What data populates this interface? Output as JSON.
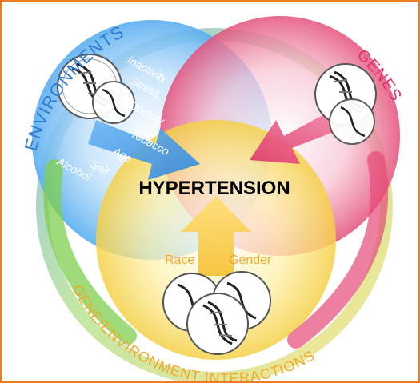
{
  "title": "HYPERTENSION",
  "circles": {
    "environments": {
      "label": "ENVIRONMENTS",
      "color": "#2f7bd0",
      "factors": [
        "Inactivity",
        "Stress",
        "Obesity",
        "Tobacco",
        "Age",
        "Salt",
        "Alcohol"
      ]
    },
    "genes": {
      "label": "GENES",
      "color": "#e0336b"
    },
    "interactions": {
      "label": "GENE/ENVIRONMENT INTERACTIONS",
      "color": "#f2a92a",
      "factors": [
        "Race",
        "Gender"
      ]
    }
  },
  "icons": {
    "dna": "dna-icon"
  },
  "colors": {
    "border": "#f07c22",
    "title": "#000000",
    "factor_text": "#ffffff"
  }
}
